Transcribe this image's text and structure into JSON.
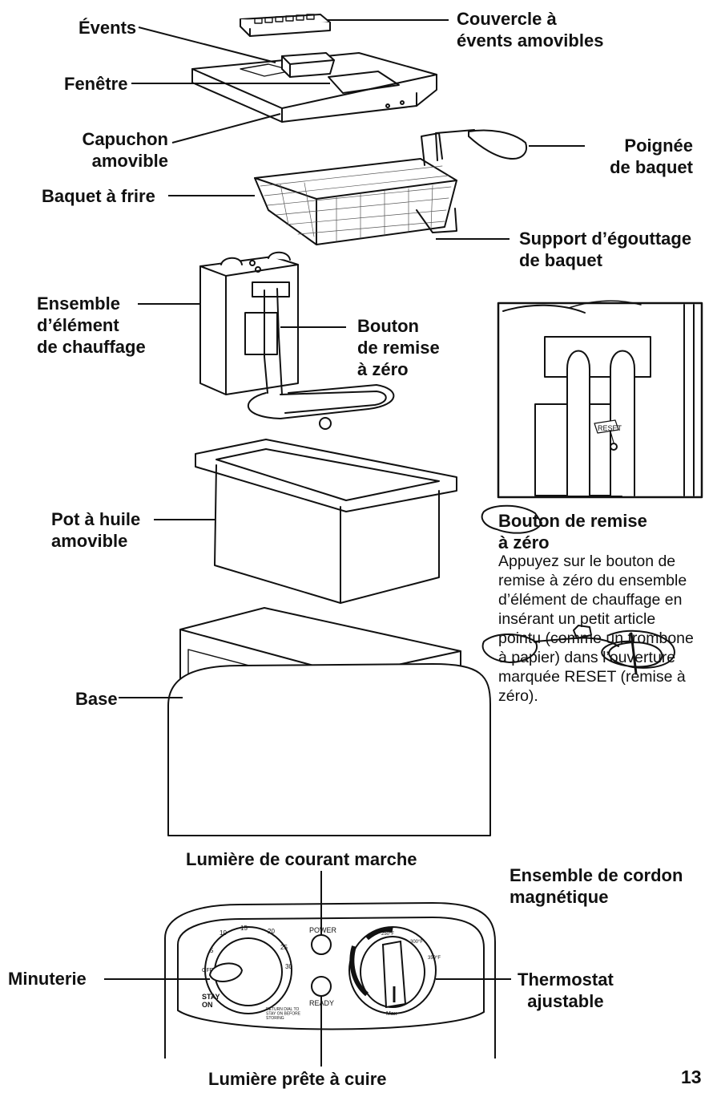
{
  "labels": {
    "vents": "Évents",
    "window": "Fenêtre",
    "removable_cap": "Capuchon\namovible",
    "vented_lid": "Couvercle à\névents amovibles",
    "basket_handle": "Poignée\nde baquet",
    "fry_basket": "Baquet à frire",
    "drain_support": "Support d’égouttage\nde baquet",
    "heating_assembly": "Ensemble\nd’élément\nde chauffage",
    "reset_button": "Bouton\nde remise\nà zéro",
    "oil_pot": "Pot à huile\namovible",
    "base": "Base",
    "power_light": "Lumière de courant marche",
    "cord": "Ensemble de cordon\nmagnétique",
    "timer": "Minuterie",
    "thermostat": "Thermostat\najustable",
    "ready_light": "Lumière prête à cuire"
  },
  "inset": {
    "reset_tag": "RESET",
    "title": "Bouton de remise\nà zéro",
    "description": "Appuyez sur le bouton de remise à zéro du ensemble d’élément de chauffage en insérant un petit article pointu (comme un trombone à papier) dans l’ouverture marquée RESET (remise à zéro)."
  },
  "control_panel": {
    "power": "POWER",
    "ready": "READY",
    "timer_marks": [
      "5",
      "10",
      "15",
      "20",
      "25",
      "30",
      "OFF"
    ],
    "timer_stay": "STAY\nON",
    "timer_note": "RETURN DIAL TO\nSTAY ON BEFORE\nSTORING",
    "temp_marks": [
      "250°F",
      "300°F",
      "350°F",
      "Max"
    ]
  },
  "page_number": "13"
}
